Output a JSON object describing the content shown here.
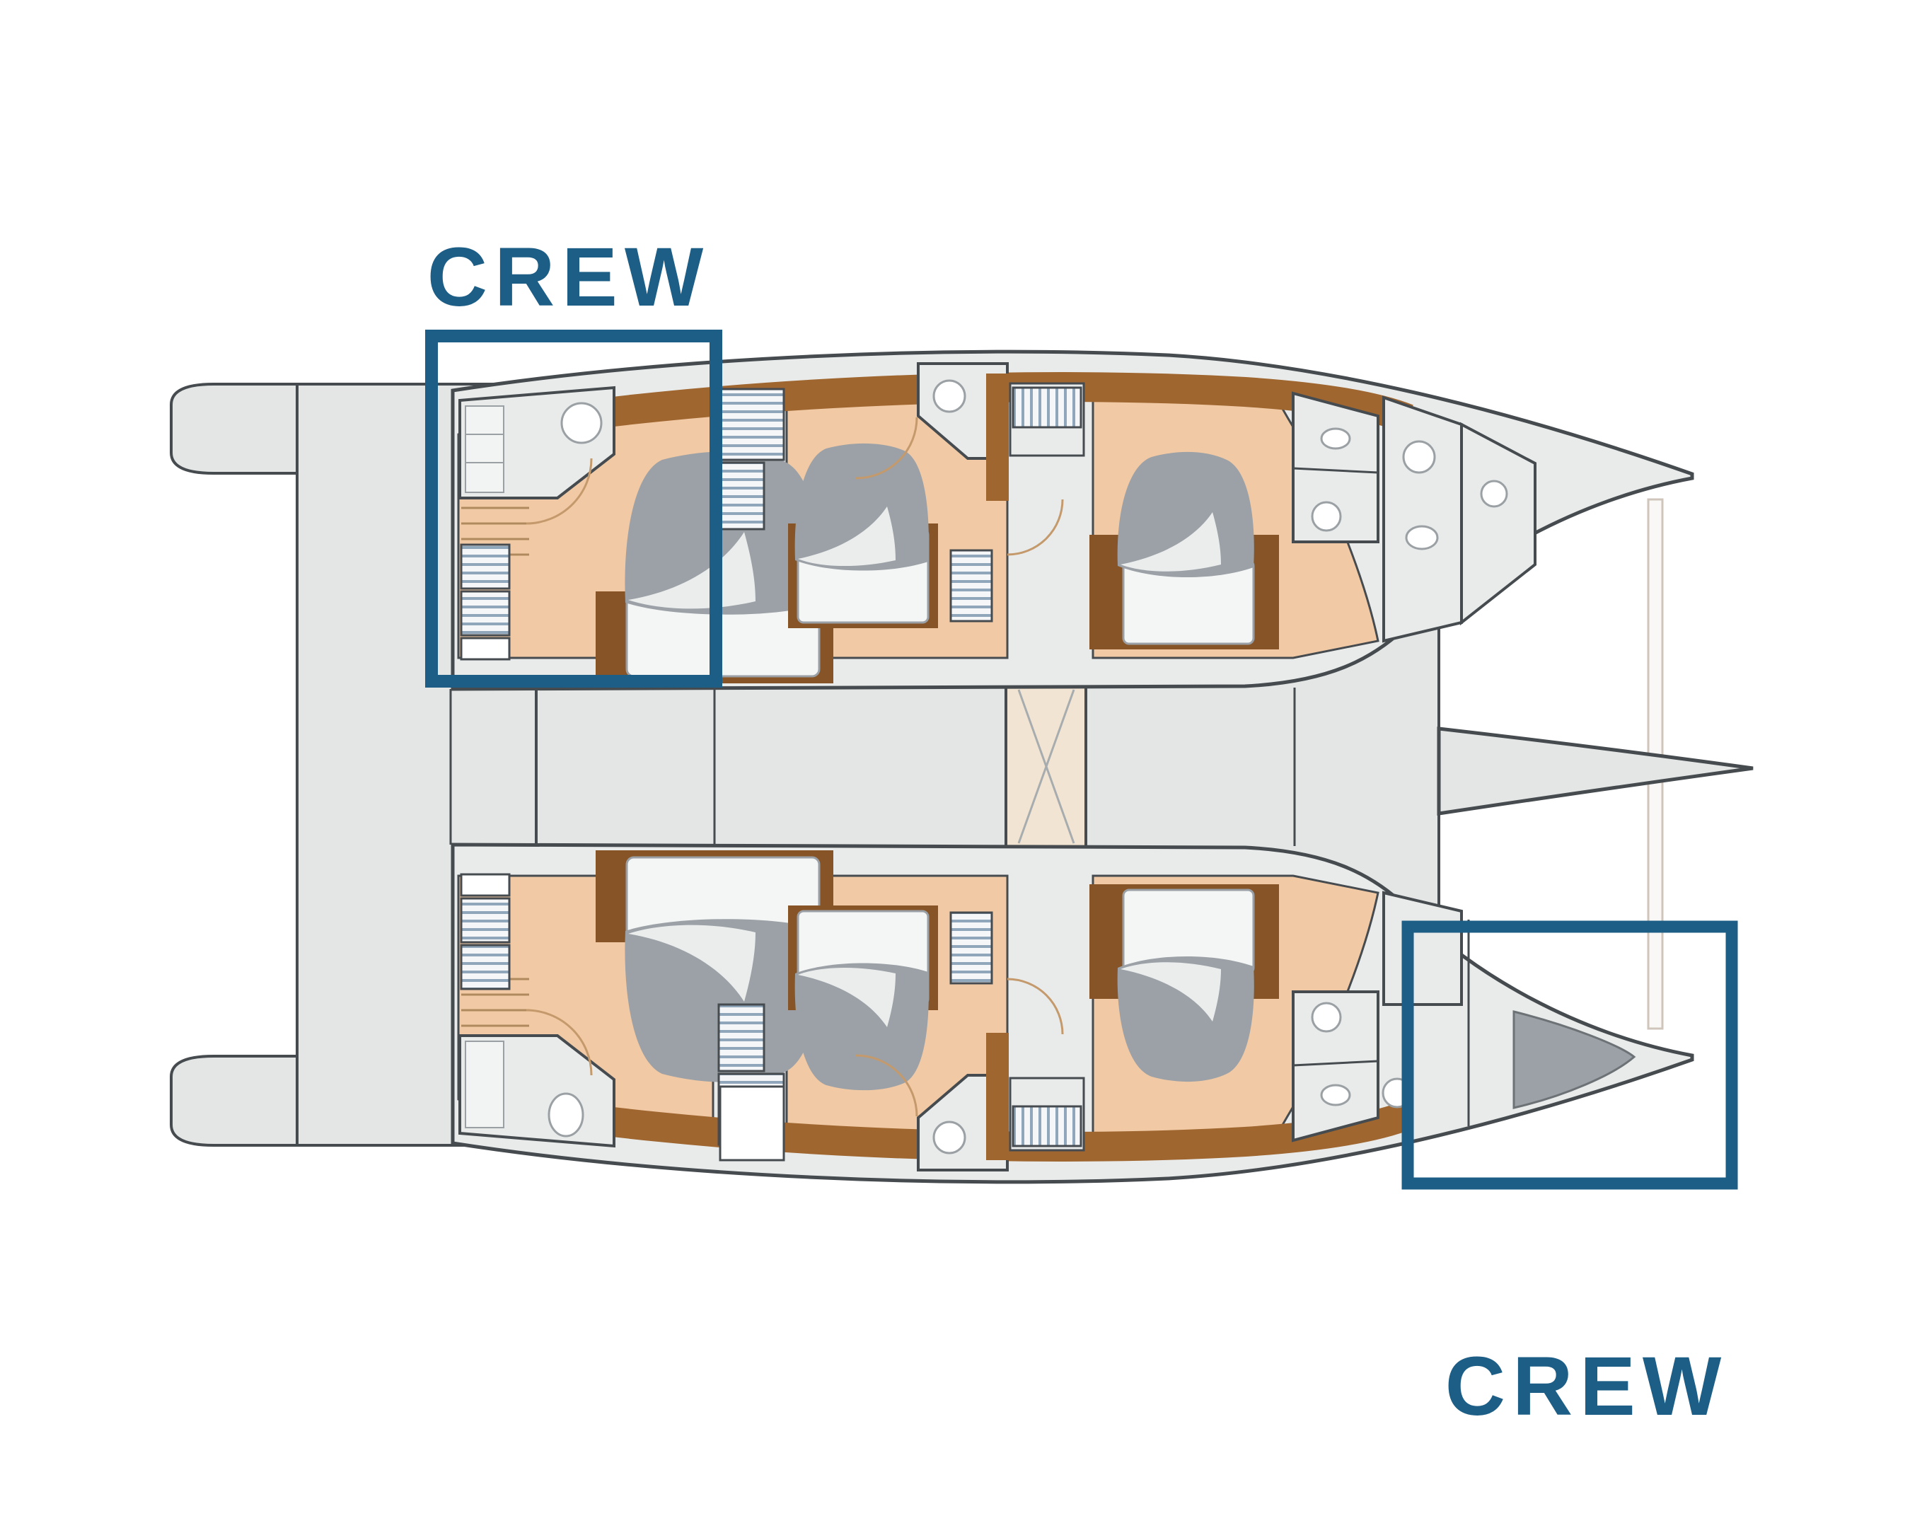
{
  "page": {
    "background": "#ffffff",
    "description": "Catamaran accommodation deck plan, bow pointing right, with two crew areas highlighted"
  },
  "annotations": {
    "aft_crew": {
      "label": "CREW"
    },
    "forward_crew": {
      "label": "CREW"
    }
  },
  "plan": {
    "guest_cabins_visible": 6,
    "double_beds_visible": 7,
    "highlight_boxes": 2
  },
  "colors": {
    "accent": "#1d5e86",
    "outline": "#464b4f",
    "deck": "#e4e6e5",
    "deck_line": "#a7acaf",
    "tan": "#f1c9a4",
    "corridor": "#f2e4d3",
    "wood": "#9f6630",
    "wood_dark": "#865426",
    "bed_gray": "#9ba1a6",
    "bed_white": "#f4f5f5",
    "bath": "#e9ebeb",
    "hatch": "#8fa6bb",
    "arc": "#c49a6c",
    "forestay": "#cfc5bb",
    "page_bg": "#ffffff"
  }
}
